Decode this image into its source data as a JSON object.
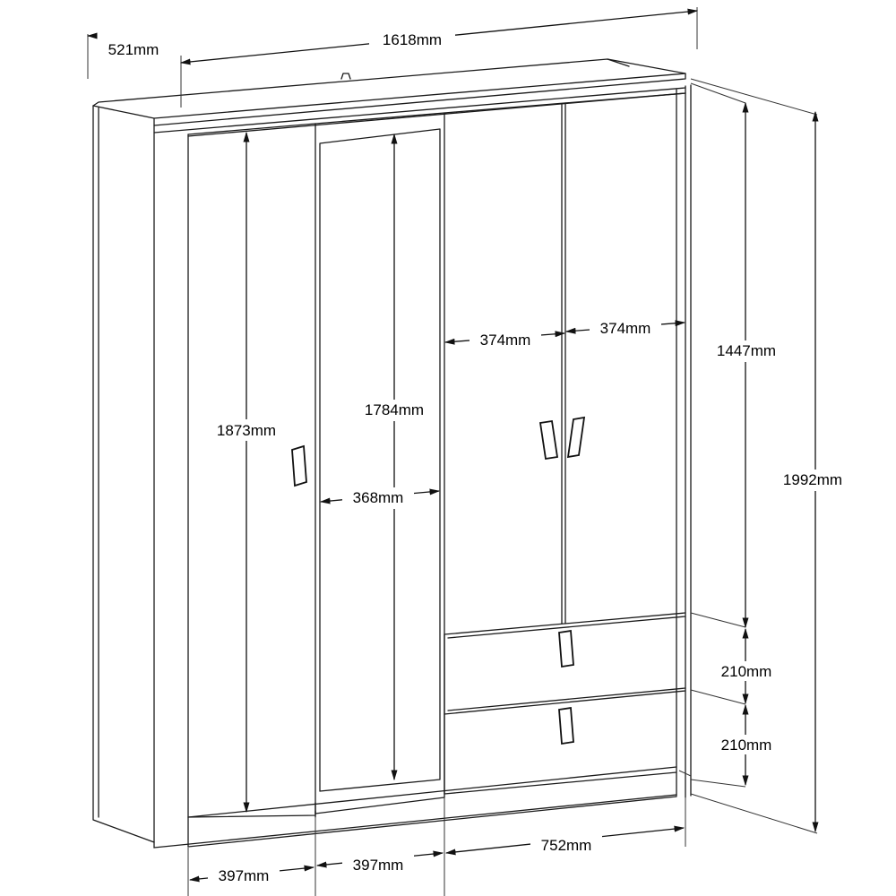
{
  "dimensions": {
    "depth": "521mm",
    "total_width": "1618mm",
    "left_door_height": "1873mm",
    "mirror_height": "1784mm",
    "mirror_width": "368mm",
    "right_door_width_left": "374mm",
    "right_door_width_right": "374mm",
    "upper_section_height": "1447mm",
    "total_height": "1992mm",
    "drawer_top_height": "210mm",
    "drawer_bottom_height": "210mm",
    "bottom_left_width": "397mm",
    "bottom_middle_width": "397mm",
    "bottom_right_width": "752mm"
  },
  "colors": {
    "line": "#1a1a1a",
    "background": "#ffffff"
  }
}
